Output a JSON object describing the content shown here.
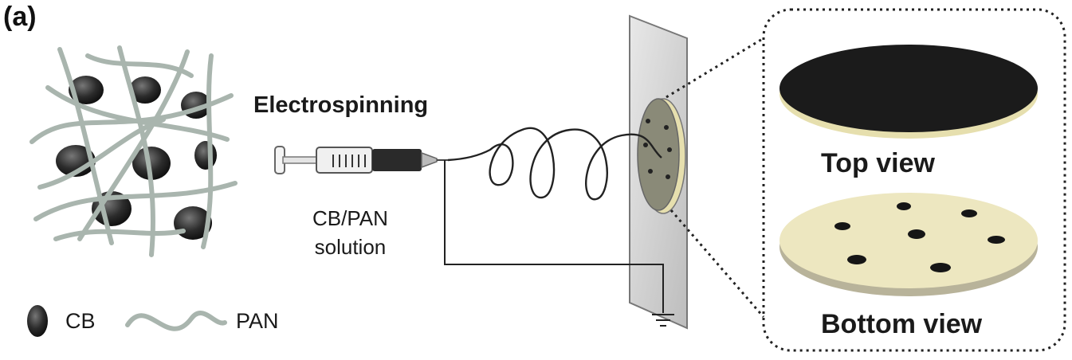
{
  "panel_label": "(a)",
  "process_label": "Electrospinning",
  "solution_label_line1": "CB/PAN",
  "solution_label_line2": "solution",
  "top_view_label": "Top view",
  "bottom_view_label": "Bottom view",
  "legend": {
    "cb_label": "CB",
    "pan_label": "PAN"
  },
  "colors": {
    "fiber": "#a9b5ae",
    "particle": "#2c2c2c",
    "membrane_top": "#1b1b1b",
    "membrane_bottom": "#ede7c0",
    "collector": "#d8d8d8",
    "wire": "#222222"
  }
}
